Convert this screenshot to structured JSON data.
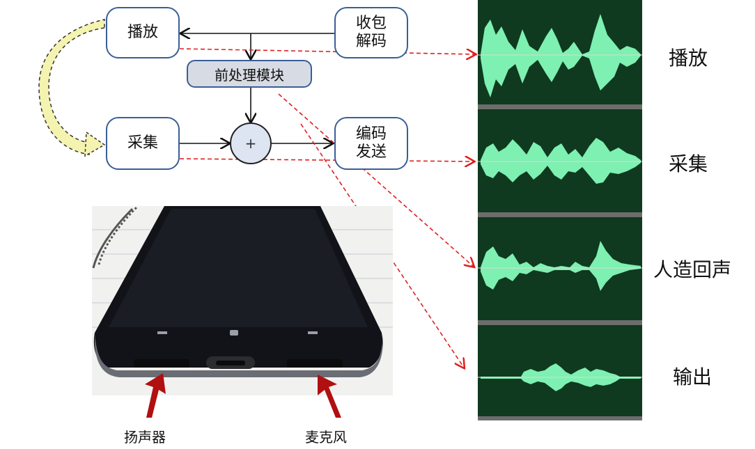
{
  "diagram": {
    "nodes": {
      "play": "播放",
      "receive": "收包解码",
      "preprocess": "前处理模块",
      "capture": "采集",
      "sum": "+",
      "send": "编码发送"
    }
  },
  "waveforms": {
    "labels": [
      "播放",
      "采集",
      "人造回声",
      "输出"
    ],
    "background": "#0f3a1f",
    "wave_color": "#7ef0b2"
  },
  "photo": {
    "captions": {
      "speaker": "扬声器",
      "mic": "麦克风"
    }
  },
  "colors": {
    "node_border": "#3a5e96",
    "dash_arrow": "#e02020",
    "marker_arrow": "#b01010"
  }
}
